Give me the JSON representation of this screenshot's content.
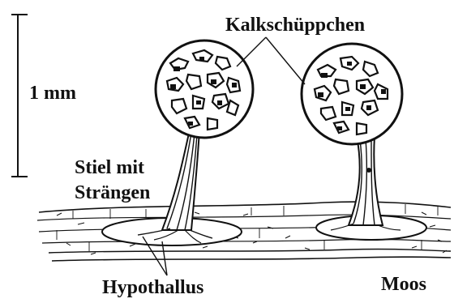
{
  "labels": {
    "scale": "1 mm",
    "scales_name": "Kalkschüppchen",
    "stalk_line1": "Stiel mit",
    "stalk_line2": "Strängen",
    "hypothallus": "Hypothallus",
    "moss": "Moos"
  },
  "colors": {
    "ink": "#111111",
    "background": "#ffffff"
  }
}
